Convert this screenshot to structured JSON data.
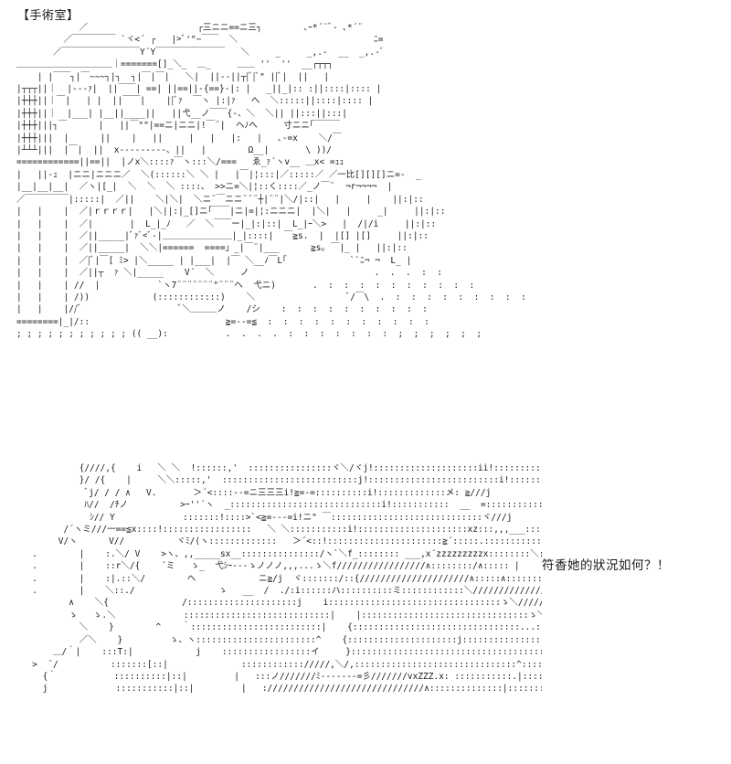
{
  "page": {
    "title": "【手術室】",
    "caption": "符香她的狀況如何？！"
  },
  "art": {
    "operating_room": "            ／                     ┌三ニニ==ニ三┐        ､ｰ*´¨ﾞ- ､*´¨\n         ／￣￣￣￣￣ `ヾ<´ ┌   |>ﾞ'\"~￣￣  ＼                          ﾆ=\n       ／￣￣￣￣￣￣￣￣￣Y´Y￣￣￣￣￣￣￣￣   ＼     _     _,.-  __  _,.-ﾞ\n＿＿＿＿＿＿＿＿＿＿＿｜=======[]_＼_  ＿_     ＿＿ ''  ''  __┌┬┬┐\n    | |￣￣┐|￣~~~┐|┐  ┐|￣|￣|   ＼|  ||--||┬|ﾞ|ﾞ\" ||ﾞ|  ||   |\n|┬┬┬||｜  |---ｧ|  ||￣￣| ==| ||==||-{==}-|: |   _||_|:: :||::::|:::: |\n|┼┼┼||｜￣|   | |  ||￣￣|    ||ﾞｧ  ￣ヽ |:|ｧ   へ  ＼:::::||::::|:::: |\n|┼┼┼||｜  |___| |__||____||   ||弋__ノ￣￣{-、＼  ＼|| ||:::||:::|\n|┼┼┼|||┐￣      |   ||￣\"\"|==ニ|ニニ|!￣¨|  ヘﾉへ     寸ニニ｢￣￣￣\n|┼┼┼|||  |      ||    |   ||     |   |   |:   |   ､-=x    ＼/￣\n|┴┴┴|||  |￣|  ||  x---------、||   |        Ω__|       \\ ))/\n============||==||  |ノx＼::::ｧ￣ヽ:::＼/===   ゑ_ｧ´ヽv__ ＿x< =ｭｭ\n|   ||-ｭ  |ニニ|ニニニ／  ＼(::::::＼ ＼ |   |￣|¦:::|／:::::／ ／一比[][][]ニ=-  _\n|__|__|__|  ／ヽ|[_|  ＼  ＼  ＼ ::::、 >>ニ=＼|¦::く::::／_ノ￣¨  ¬r¬¬¬¬  |\n／￣￣￣￣￣|:::::|  ／||    ＼|＼|  ＼ニ¨￣ニニ¨¨¨┼|¨¨|＼/|::|   |     |    ||:|::\n|   |    |  ／|ｒｒｒｒ|   |＼||:|_[]ニ｢￣￣|ニ|=|¦:ニニニ|  |＼|   |     _|     ||:|::\n|   |    |  ／|       |  L_|_ﾉ   ／  ＼￣￣ー|_|:|::|  L_|ｰ＼>   |  /|/i     ||:|::\n|   |    |  ／||_____|ﾞｧﾞ<ﾞ-|＿＿＿＿＿＿＿＿|_|::::|  ￣≧s.  |  |[] |[]     ||:|::\n|   |    |  ／||_____|  ＼＼|======  ====」_|￣¨|___      ≧s｡ ￣|_ |   ||:|::\n|   |    |  ／|ﾞ|￣[ ﾐ> |＼_____ | |___|  |￣ ＼__ﾉ￣L｢            ``ﾆ¬ ¬  L_ |\n|   |    |  ／||┬  ｧ ＼|_____    V´  ＼     ノ                        .  .  .  :  :\n|   |    | //  |           `ヽ7¨¨¨¨¨¨¨\"¨¨¨ヘ  弋ニ)       .  :  :  :  :  :  :  :  :  :  :\n|   |    | /))            (::::::::::::)    ＼                  ﾞ/￣\\  .  :  :  :  :  :  :  :  :  :  :\n|   |    |//ﾞ                   ﾞ＼＿＿＿ノ    /シ    :  :  :  :  :  :  :  :  :  :\n========|_|/::                          ≧=--=≦  :  :  :  :  :  :  :  :  :  :  :\n; ; ; ; ; ; ; ; ; ; ; (( __):           .  .  .  .  :  :  :  :  :  :  :  ;  ;  ;  ;  ;  ;",
    "patient": "            {////,{    i   ＼ ＼  !::::::,'  ::::::::::::::::ヾ＼/ヾj!::::::::::::::::::::ii!:::::::::::|:  !////j\n            }/ /{    |     ＼＼:::::,'  ::::::::::::::::::::::::::j!:::::::::::::::::::::::::i!::::::::::::|:  i////j\n             ﾞj/ / / ∧   V.       ＞´<::::--=ニ三三三i!≧=-=::::::::::i!:::::::::::::メ: ≧///j\n             ﾊ//  /ﾁノ          >ｰ''´ヽ  _:::::::::::::::::::::::::::::i!:::::::::::  __  =:::::::::::ﾍ: ≧///j\n              ｼ// Y             :::::::!::::>`<≧=---=i!ニ\" ￣:::::::::::::::::::::::::::::ヾ///j\n         /´ヽミ///一==≦x::::!:::::::::::::::::   ＼ ＼:::::::::::i!:::::::::::::::::::::xz:::,,,___:::::ヾ//´ヽ\n        V/ヽ      V//          ヾﾐ/(ヽ:::::::::::::   ＞´<::!::::::::::::::::::::::≧´:::::.:::::::::::::::::::j/::::∧:＼/\n   .        |    :.＼/ V    >ヽ、,,_____sx__:::::::::::::::/ヽ`＼f_:::::::: ___,x´zzzzzzzzzx::::::::＼:::/∧:.:::}\n   .        |    ::r＼/{    ´ミ   ゝ_  弋ｼｰ---ゝノノノ,,,...ゝ＼f/////////////////∧::::::::/∧::::: |\n   .        |    :|.::＼/        ヘ            ニ≧/j  ヾ:::::::/::{/////////////////////∧:::::∧:::::::::|\n   .        |    ＼::./                ゝ   __  /  ./:i::::::ハ::::::::::ミ::::::::::::＼///////////////∧:::::(:::::::::::j::/\n          ∧    ＼{              /:::::::::::::::::::::j    i:::::::::::::::::::::::::::::::::ゝ＼///////////////////):::/::/\n          ゝ   ゝ.＼             ::::::::::::::::::::::::::::|    |::::::::::::::::::::::::::::::::ゝ＼/////////ノ:::::::/<:.:/\n            ＼    }        ^    ｀:::::::::::::::::::::::::|    {::::::::::::::::::::::::::::::::...::::  ￣￣￣ ヽ:: ｲ:::::/\n            ／＼    }         ゝ、ヽ:::::::::::::::::::::::^    {:::::::::::::::::::::j:::::::::::::::::::::::::::::::∧´ ,:::|:::/＼\n       ＿/｀|    :::T:|            j    :::::::::::::::::イ     }::::::::::::::::::::::::::::::::::::::::::::ｲ::::＼| ﾞ'´::  ::|  ｀ヽx .,_\n   >  ¨/          :::::::[::|              :::::::::::://///,＼/,:::::::::::::::::::::::::::::::^::::::::::::.｀|:::::::::::^::: : : :  :  :  :  :  :\n     {｀           ::::::::::|::|         |   :::ノ///////ﾐ-------=彡///////vxZZZ.x: :::::::::::.|::::::::::::|:  :  :  :  :  :  :  :  ＼/\n     j             :::::::::::|::|         |   ://////////////////////////////∧::::::::::::::|:::::::::::::j:  :  :  :  :  :  :  :  :  :"
  }
}
